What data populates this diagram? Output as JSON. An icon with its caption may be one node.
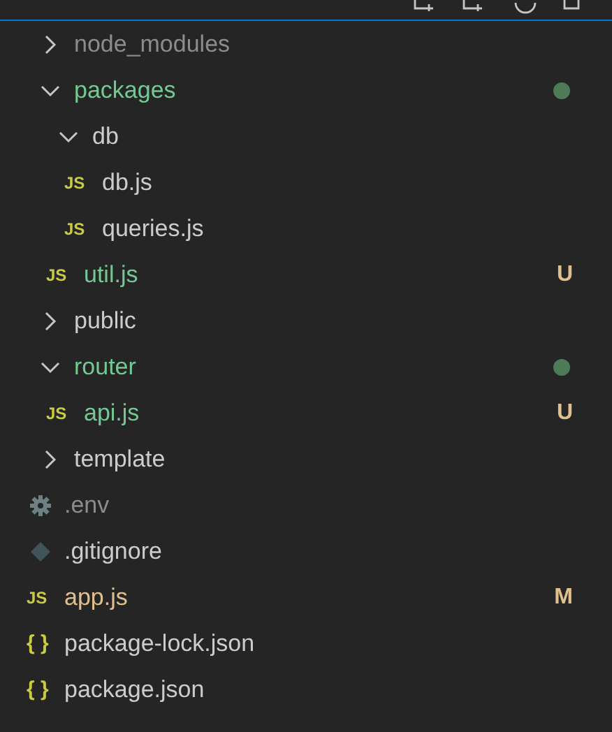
{
  "diagram": {
    "nodes": [
      {
        "text": [
          "node_modules"
        ]
      },
      {
        "text": [
          "packages"
        ]
      },
      {
        "text": [
          "db"
        ]
      },
      {
        "text": [
          "db.js"
        ]
      },
      {
        "text": [
          "queries.js"
        ]
      },
      {
        "text": [
          "util.js"
        ],
        "beside": [
          "U"
        ]
      },
      {
        "text": [
          "public"
        ]
      },
      {
        "text": [
          "router"
        ]
      },
      {
        "text": [
          "api.js"
        ],
        "beside": [
          "U"
        ]
      },
      {
        "text": [
          "template"
        ]
      },
      {
        "text": [
          ".env"
        ]
      },
      {
        "text": [
          ".gitignore"
        ]
      },
      {
        "text": [
          "app.js"
        ],
        "beside": [
          "M"
        ]
      },
      {
        "text": [
          "package-lock.json"
        ]
      },
      {
        "text": [
          "package.json"
        ]
      }
    ],
    "labels": [
      "JS",
      "JS",
      "JS",
      "JS",
      "JS",
      "{ }",
      "{ }"
    ]
  }
}
